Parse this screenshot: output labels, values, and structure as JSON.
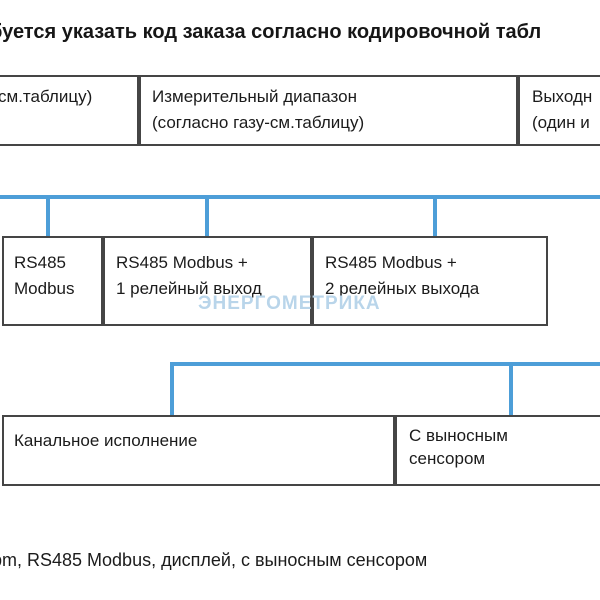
{
  "title": "буется указать код заказа согласно кодировочной табл",
  "row1": {
    "box_gas": {
      "label": "см.таблицу)"
    },
    "box_range": {
      "line1": "Измерительный диапазон",
      "line2": "(согласно газу-см.таблицу)"
    },
    "box_output": {
      "line1": "Выходн",
      "line2": "(один и"
    }
  },
  "row2": {
    "box1": {
      "line1": "RS485",
      "line2": "Modbus"
    },
    "box2": {
      "line1": "RS485 Modbus +",
      "line2": "1 релейный выход"
    },
    "box3": {
      "line1": "RS485 Modbus +",
      "line2": "2 релейных выхода"
    }
  },
  "row3": {
    "box1": {
      "label": "Канальное исполнение"
    },
    "box2": {
      "line1": "С выносным",
      "line2": "сенсором"
    }
  },
  "watermark": "ЭНЕРГОМЕТРИКА",
  "footer": "pm, RS485 Modbus, дисплей, с выносным сенсором",
  "colors": {
    "connector_blue": "#4d9ed8",
    "box_border": "#454545",
    "text": "#1b1b1b",
    "watermark": "#b9d5ea",
    "background": "#ffffff"
  }
}
